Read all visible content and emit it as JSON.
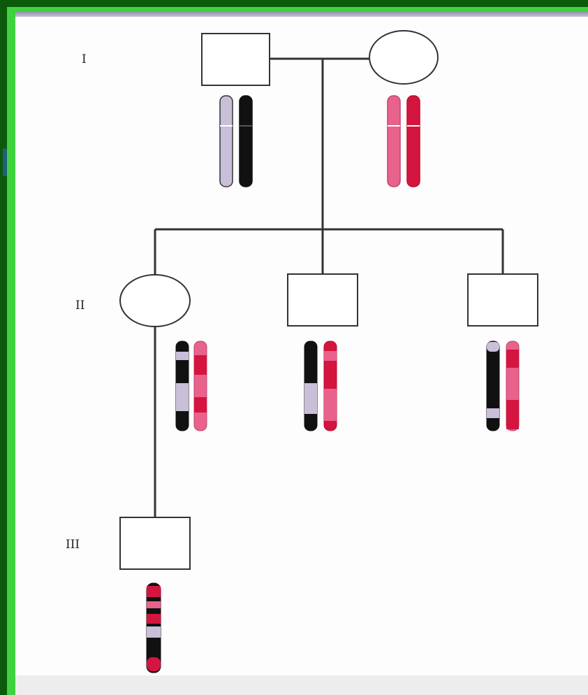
{
  "generations": [
    {
      "label": "I"
    },
    {
      "label": "II"
    },
    {
      "label": "III"
    }
  ],
  "colors": {
    "border_green": "#3fd23f",
    "frame_dark": "#0b5a0b",
    "paternal_light": "#c9bfd9",
    "paternal_dark": "#111111",
    "maternal_pink": "#e8628c",
    "maternal_red": "#d4153f",
    "line": "#333333"
  },
  "individuals": [
    {
      "id": "I-1",
      "generation": "I",
      "sex": "male",
      "chromosomes": [
        "solid-lavender",
        "solid-black"
      ]
    },
    {
      "id": "I-2",
      "generation": "I",
      "sex": "female",
      "chromosomes": [
        "solid-pink",
        "solid-red"
      ]
    },
    {
      "id": "II-1",
      "generation": "II",
      "sex": "female",
      "chromosomes": [
        "recombinant-black-lavender",
        "recombinant-red-pink"
      ]
    },
    {
      "id": "II-2",
      "generation": "II",
      "sex": "male",
      "chromosomes": [
        "recombinant-black-lavender",
        "recombinant-red-pink"
      ]
    },
    {
      "id": "II-3",
      "generation": "II",
      "sex": "male",
      "chromosomes": [
        "recombinant-black-lavender",
        "recombinant-red-pink"
      ]
    },
    {
      "id": "III-1",
      "generation": "III",
      "sex": "male",
      "chromosomes": [
        "recombinant-mixed"
      ]
    }
  ]
}
